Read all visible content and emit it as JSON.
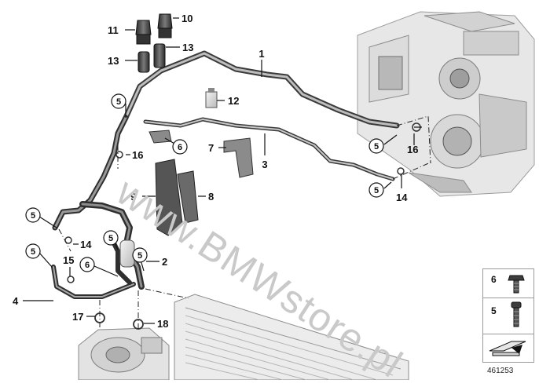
{
  "watermark": "www.BMWstore.pl",
  "diagram_id": "461253",
  "legend": {
    "item_top": "6",
    "item_bottom": "5"
  },
  "callouts": {
    "c1": "1",
    "c2": "2",
    "c3": "3",
    "c4": "4",
    "c7": "7",
    "c8": "8",
    "c9": "9",
    "c10": "10",
    "c11": "11",
    "c12": "12",
    "c13a": "13",
    "c13b": "13",
    "c14a": "14",
    "c14b": "14",
    "c15": "15",
    "c16a": "16",
    "c16b": "16",
    "c17": "17",
    "c18": "18"
  },
  "circled": {
    "s5a": "5",
    "s5b": "5",
    "s5c": "5",
    "s5d": "5",
    "s5e": "5",
    "s5f": "5",
    "s5g": "5",
    "s6a": "6",
    "s6b": "6"
  }
}
